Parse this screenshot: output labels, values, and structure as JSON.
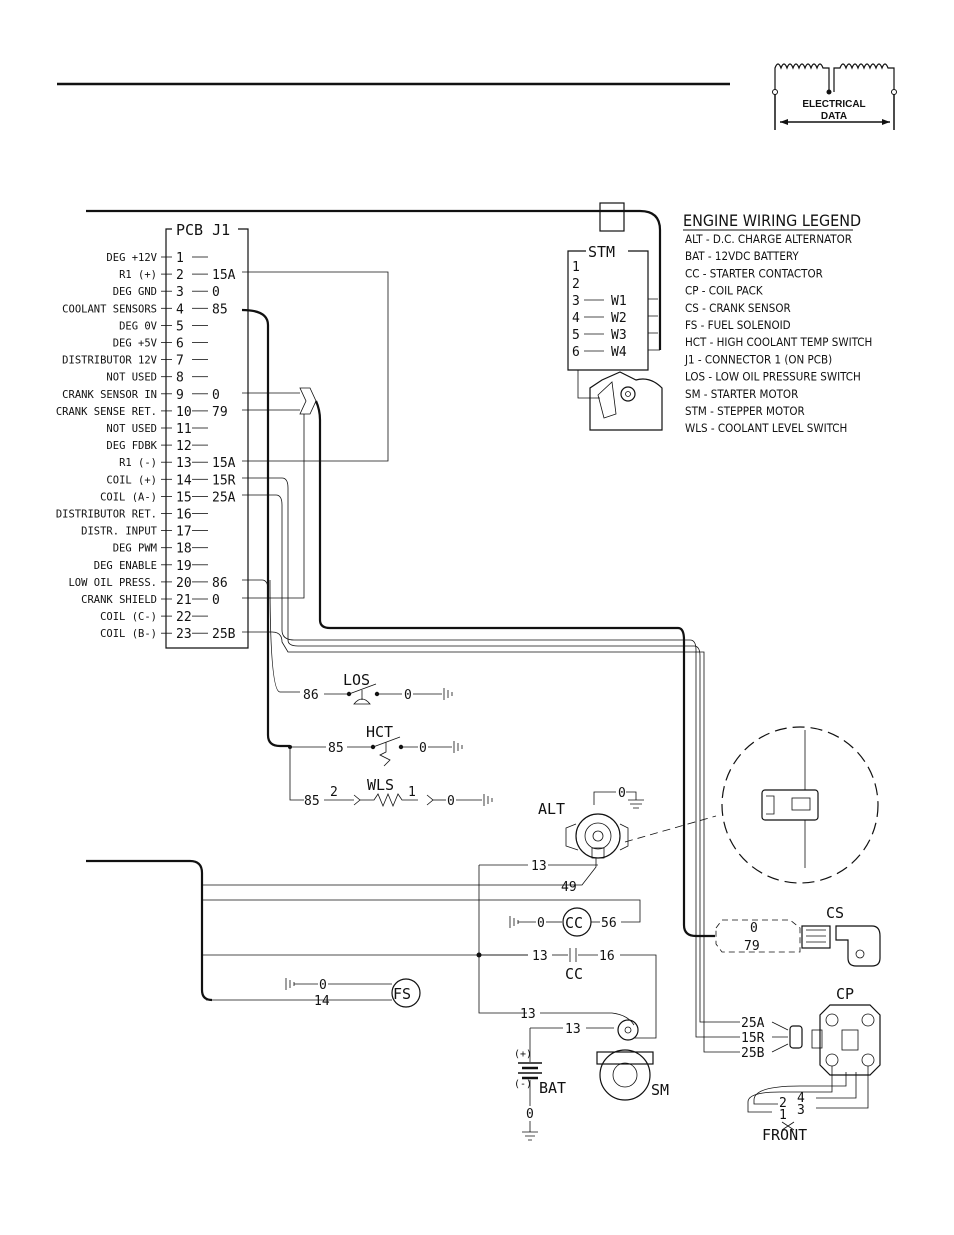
{
  "logo": {
    "line1": "ELECTRICAL",
    "line2": "DATA"
  },
  "pcb": {
    "title": "PCB J1",
    "rows": [
      {
        "label": "DEG +12V",
        "pin": "1",
        "wire": ""
      },
      {
        "label": "R1 (+)",
        "pin": "2",
        "wire": "15A"
      },
      {
        "label": "DEG GND",
        "pin": "3",
        "wire": "0"
      },
      {
        "label": "COOLANT SENSORS",
        "pin": "4",
        "wire": "85"
      },
      {
        "label": "DEG 0V",
        "pin": "5",
        "wire": ""
      },
      {
        "label": "DEG +5V",
        "pin": "6",
        "wire": ""
      },
      {
        "label": "DISTRIBUTOR 12V",
        "pin": "7",
        "wire": ""
      },
      {
        "label": "NOT USED",
        "pin": "8",
        "wire": ""
      },
      {
        "label": "CRANK SENSOR IN",
        "pin": "9",
        "wire": "0"
      },
      {
        "label": "CRANK SENSE RET.",
        "pin": "10",
        "wire": "79"
      },
      {
        "label": "NOT USED",
        "pin": "11",
        "wire": ""
      },
      {
        "label": "DEG FDBK",
        "pin": "12",
        "wire": ""
      },
      {
        "label": "R1 (-)",
        "pin": "13",
        "wire": "15A"
      },
      {
        "label": "COIL (+)",
        "pin": "14",
        "wire": "15R"
      },
      {
        "label": "COIL (A-)",
        "pin": "15",
        "wire": "25A"
      },
      {
        "label": "DISTRIBUTOR RET.",
        "pin": "16",
        "wire": ""
      },
      {
        "label": "DISTR. INPUT",
        "pin": "17",
        "wire": ""
      },
      {
        "label": "DEG PWM",
        "pin": "18",
        "wire": ""
      },
      {
        "label": "DEG ENABLE",
        "pin": "19",
        "wire": ""
      },
      {
        "label": "LOW OIL PRESS.",
        "pin": "20",
        "wire": "86"
      },
      {
        "label": "CRANK SHIELD",
        "pin": "21",
        "wire": "0"
      },
      {
        "label": "COIL (C-)",
        "pin": "22",
        "wire": ""
      },
      {
        "label": "COIL (B-)",
        "pin": "23",
        "wire": "25B"
      }
    ]
  },
  "stm": {
    "title": "STM",
    "rows": [
      {
        "pin": "1",
        "wire": ""
      },
      {
        "pin": "2",
        "wire": ""
      },
      {
        "pin": "3",
        "wire": "W1"
      },
      {
        "pin": "4",
        "wire": "W2"
      },
      {
        "pin": "5",
        "wire": "W3"
      },
      {
        "pin": "6",
        "wire": "W4"
      }
    ]
  },
  "legend": {
    "title": "ENGINE WIRING LEGEND",
    "items": [
      "ALT - D.C. CHARGE ALTERNATOR",
      "BAT - 12VDC BATTERY",
      "CC  - STARTER CONTACTOR",
      "CP  - COIL PACK",
      "CS  - CRANK SENSOR",
      "FS  - FUEL SOLENOID",
      "HCT - HIGH COOLANT TEMP SWITCH",
      "J1 -  CONNECTOR 1 (ON  PCB)",
      "LOS - LOW OIL PRESSURE SWITCH",
      "SM  - STARTER MOTOR",
      "STM - STEPPER MOTOR",
      "WLS - COOLANT LEVEL SWITCH"
    ]
  },
  "components": {
    "los": "LOS",
    "hct": "HCT",
    "wls": "WLS",
    "alt": "ALT",
    "cc": "CC",
    "fs": "FS",
    "bat": "BAT",
    "sm": "SM",
    "cs": "CS",
    "cp": "CP",
    "front": "FRONT",
    "bat_plus": "(+)",
    "bat_minus": "(-)"
  },
  "wires": {
    "los_in": "86",
    "los_out": "0",
    "hct_in": "85",
    "hct_out": "0",
    "wls_in": "85",
    "wls_2": "2",
    "wls_1": "1",
    "wls_out": "0",
    "alt_gnd": "0",
    "alt_13": "13",
    "alt_49": "49",
    "cc_0": "0",
    "cc_56": "56",
    "cc_13": "13",
    "cc_16": "16",
    "fs_0": "0",
    "fs_14": "14",
    "sm_13a": "13",
    "sm_13b": "13",
    "bat_0": "0",
    "cs_0": "0",
    "cs_79": "79",
    "cp_25a": "25A",
    "cp_15r": "15R",
    "cp_25b": "25B",
    "cp_4": "4",
    "cp_2": "2",
    "cp_3": "3",
    "cp_1": "1"
  }
}
